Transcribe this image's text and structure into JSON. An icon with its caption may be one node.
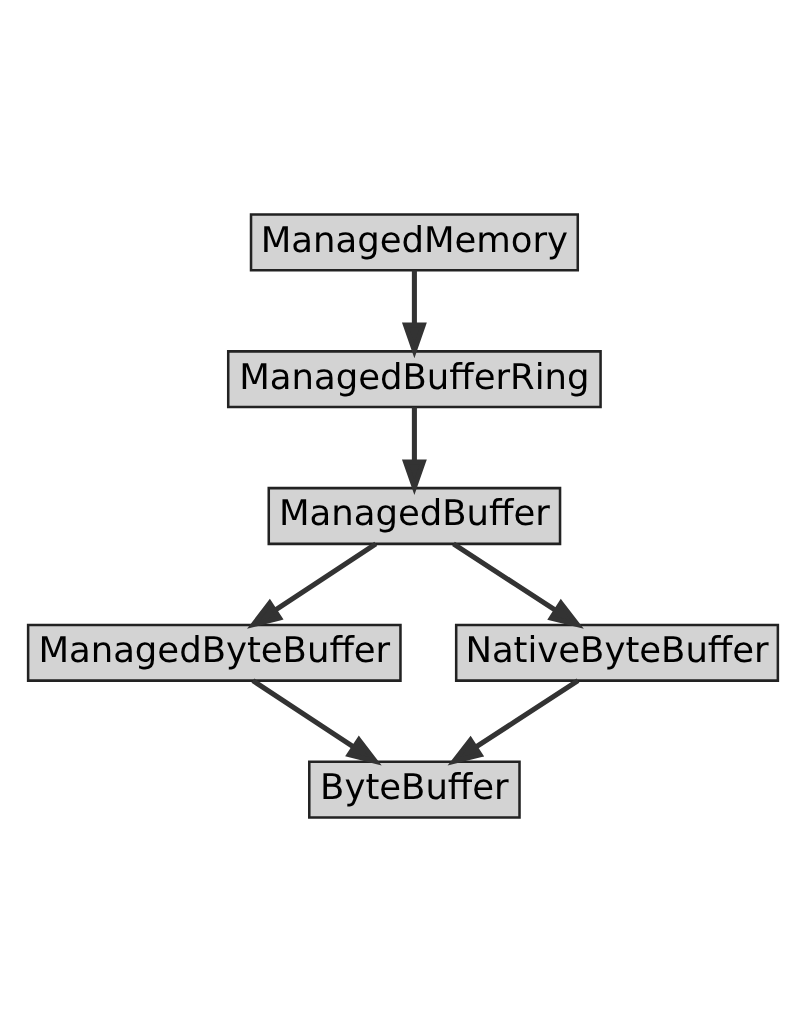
{
  "diagram": {
    "nodes": [
      {
        "text": [
          "ManagedMemory"
        ]
      },
      {
        "text": [
          "ManagedBufferRing"
        ]
      },
      {
        "text": [
          "ManagedBuffer"
        ]
      },
      {
        "text": [
          "ManagedByteBuffer"
        ]
      },
      {
        "text": [
          "NativeByteBuffer"
        ]
      },
      {
        "text": [
          "ByteBuffer"
        ]
      }
    ],
    "edges": [
      {
        "from": 0,
        "to": 1,
        "arrow": "to"
      },
      {
        "from": 1,
        "to": 2,
        "arrow": "to"
      },
      {
        "from": 2,
        "to": 3,
        "arrow": "to"
      },
      {
        "from": 2,
        "to": 4,
        "arrow": "to"
      },
      {
        "from": 3,
        "to": 5,
        "arrow": "to"
      },
      {
        "from": 4,
        "to": 5,
        "arrow": "to"
      }
    ]
  }
}
